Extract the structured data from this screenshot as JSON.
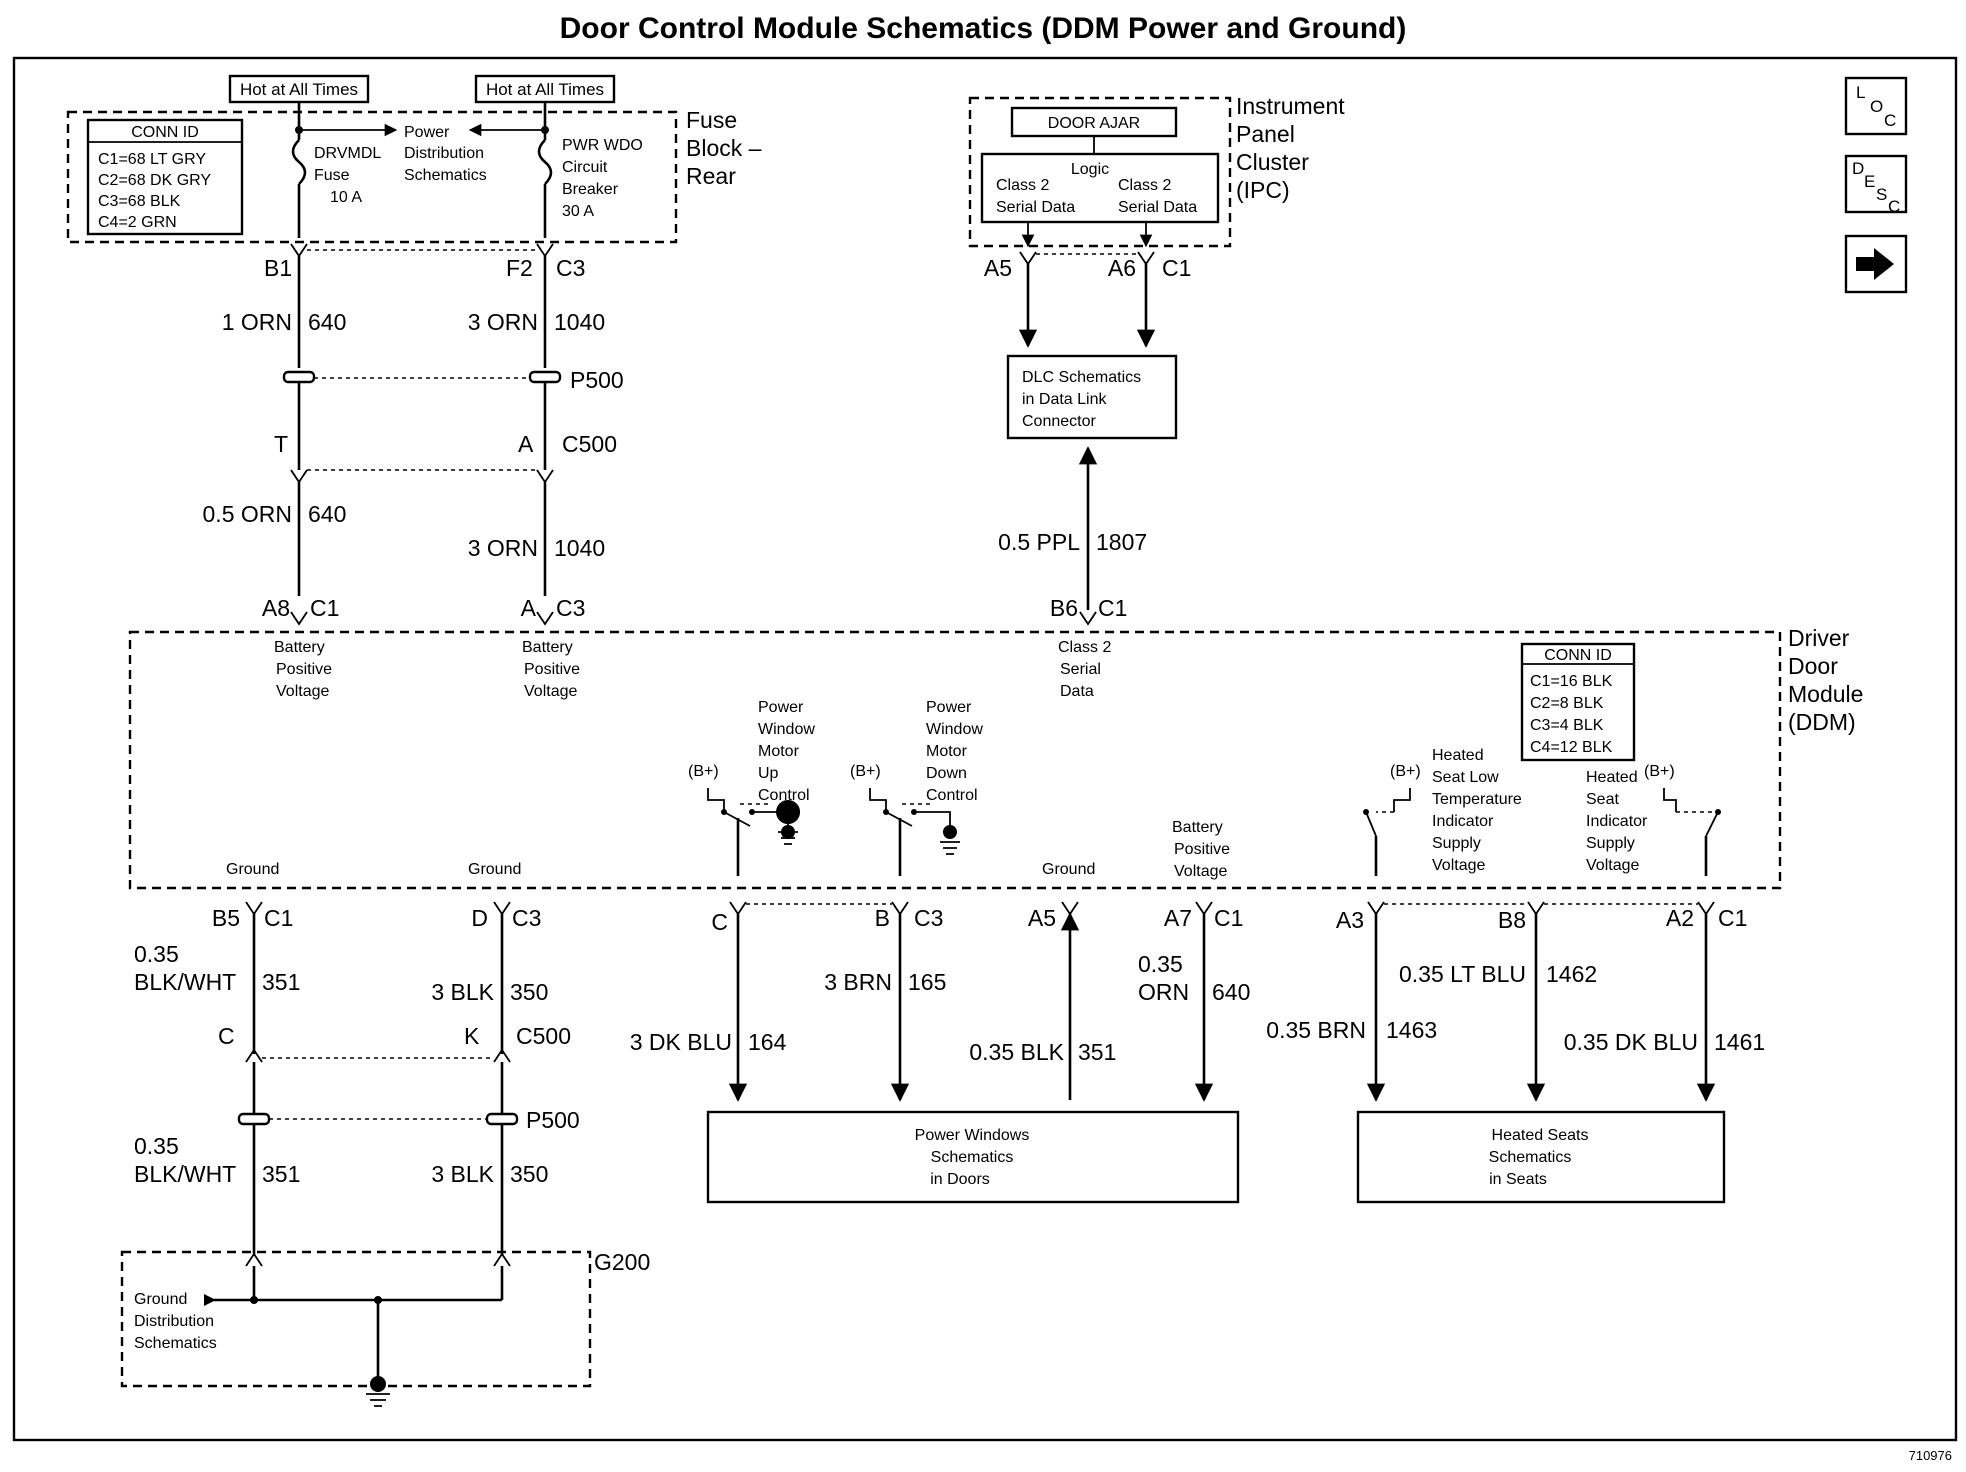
{
  "title": "Door Control Module Schematics (DDM Power and Ground)",
  "figure_id": "710976",
  "nav": {
    "toc": [
      "L",
      "O",
      "C"
    ],
    "desc": [
      "D",
      "E",
      "S",
      "C"
    ],
    "next_icon": "arrow-right-icon"
  },
  "fuse_block": {
    "label": [
      "Fuse",
      "Block –",
      "Rear"
    ],
    "hot_labels": [
      "Hot at All Times",
      "Hot at All Times"
    ],
    "conn_id": {
      "title": "CONN ID",
      "rows": [
        "C1=68 LT GRY",
        "C2=68 DK GRY",
        "C3=68 BLK",
        "C4=2 GRN"
      ]
    },
    "fuse": [
      "DRVMDL",
      "Fuse",
      "10 A"
    ],
    "power_dist": [
      "Power",
      "Distribution",
      "Schematics"
    ],
    "breaker": [
      "PWR WDO",
      "Circuit",
      "Breaker",
      "30 A"
    ]
  },
  "ipc": {
    "label": [
      "Instrument",
      "Panel",
      "Cluster",
      "(IPC)"
    ],
    "door_ajar": "DOOR AJAR",
    "logic": "Logic",
    "left": [
      "Class 2",
      "Serial Data"
    ],
    "right": [
      "Class 2",
      "Serial Data"
    ]
  },
  "dlc": [
    "DLC Schematics",
    "in Data Link",
    "Connector"
  ],
  "connectors": {
    "b1": "B1",
    "f2": "F2",
    "c3": "C3",
    "p500": "P500",
    "t": "T",
    "a": "A",
    "c500": "C500",
    "a8": "A8",
    "c1": "C1",
    "a5": "A5",
    "a6": "A6",
    "b6": "B6",
    "b5": "B5",
    "d": "D",
    "c": "C",
    "k": "K",
    "b": "B",
    "a7": "A7",
    "a3": "A3",
    "b8": "B8",
    "a2": "A2",
    "g200": "G200"
  },
  "wires": {
    "w640_top": [
      "1 ORN",
      "640"
    ],
    "w1040_top": [
      "3 ORN",
      "1040"
    ],
    "w640_mid": [
      "0.5 ORN",
      "640"
    ],
    "w1040_mid": [
      "3 ORN",
      "1040"
    ],
    "w1807": [
      "0.5 PPL",
      "1807"
    ],
    "w351_a": [
      "0.35",
      "BLK/WHT",
      "351"
    ],
    "w350_a": [
      "3 BLK",
      "350"
    ],
    "w351_b": [
      "0.35",
      "BLK/WHT",
      "351"
    ],
    "w350_b": [
      "3 BLK",
      "350"
    ],
    "w164": [
      "3 DK BLU",
      "164"
    ],
    "w165": [
      "3 BRN",
      "165"
    ],
    "w351_c": [
      "0.35 BLK",
      "351"
    ],
    "w640_c": [
      "0.35",
      "ORN",
      "640"
    ],
    "w1463": [
      "0.35 BRN",
      "1463"
    ],
    "w1462": [
      "0.35 LT BLU",
      "1462"
    ],
    "w1461": [
      "0.35 DK BLU",
      "1461"
    ]
  },
  "ddm": {
    "label": [
      "Driver",
      "Door",
      "Module",
      "(DDM)"
    ],
    "conn_id": {
      "title": "CONN ID",
      "rows": [
        "C1=16 BLK",
        "C2=8 BLK",
        "C3=4 BLK",
        "C4=12 BLK"
      ]
    },
    "bat1": [
      "Battery",
      "Positive",
      "Voltage"
    ],
    "bat2": [
      "Battery",
      "Positive",
      "Voltage"
    ],
    "class2": [
      "Class 2",
      "Serial",
      "Data"
    ],
    "up": [
      "Power",
      "Window",
      "Motor",
      "Up",
      "Control"
    ],
    "down": [
      "Power",
      "Window",
      "Motor",
      "Down",
      "Control"
    ],
    "bplus": "(B+)",
    "ground": "Ground",
    "bat3": [
      "Battery",
      "Positive",
      "Voltage"
    ],
    "heat_low": [
      "Heated",
      "Seat Low",
      "Temperature",
      "Indicator",
      "Supply",
      "Voltage"
    ],
    "heat_ind": [
      "Heated",
      "Seat",
      "Indicator",
      "Supply",
      "Voltage"
    ]
  },
  "power_windows": [
    "Power Windows",
    "Schematics",
    "in Doors"
  ],
  "heated_seats": [
    "Heated Seats",
    "Schematics",
    "in Seats"
  ],
  "ground_dist": [
    "Ground",
    "Distribution",
    "Schematics"
  ]
}
